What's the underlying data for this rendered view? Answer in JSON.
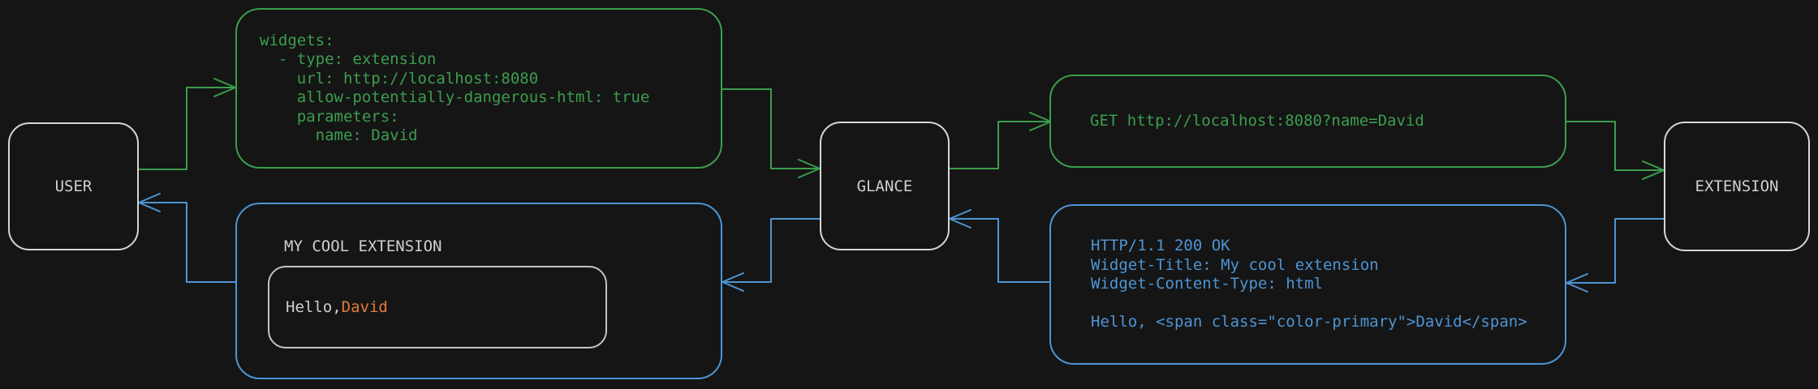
{
  "colors": {
    "background": "#151515",
    "green": "#3b9e4d",
    "blue": "#4d95d5",
    "orange": "#e5793a",
    "node_border": "#d6d6d6",
    "inner_border": "#c4c4c4",
    "text_light": "#cfcfcf"
  },
  "nodes": {
    "user": {
      "label": "USER"
    },
    "glance": {
      "label": "GLANCE"
    },
    "extension": {
      "label": "EXTENSION"
    }
  },
  "config_box": {
    "code": "widgets:\n  - type: extension\n    url: http://localhost:8080\n    allow-potentially-dangerous-html: true\n    parameters:\n      name: David"
  },
  "request_box": {
    "text": "GET http://localhost:8080?name=David"
  },
  "response_box": {
    "code": "HTTP/1.1 200 OK\nWidget-Title: My cool extension\nWidget-Content-Type: html\n\nHello, <span class=\"color-primary\">David</span>"
  },
  "widget_box": {
    "title": "MY COOL EXTENSION",
    "greeting_prefix": "Hello, ",
    "greeting_name": "David"
  }
}
